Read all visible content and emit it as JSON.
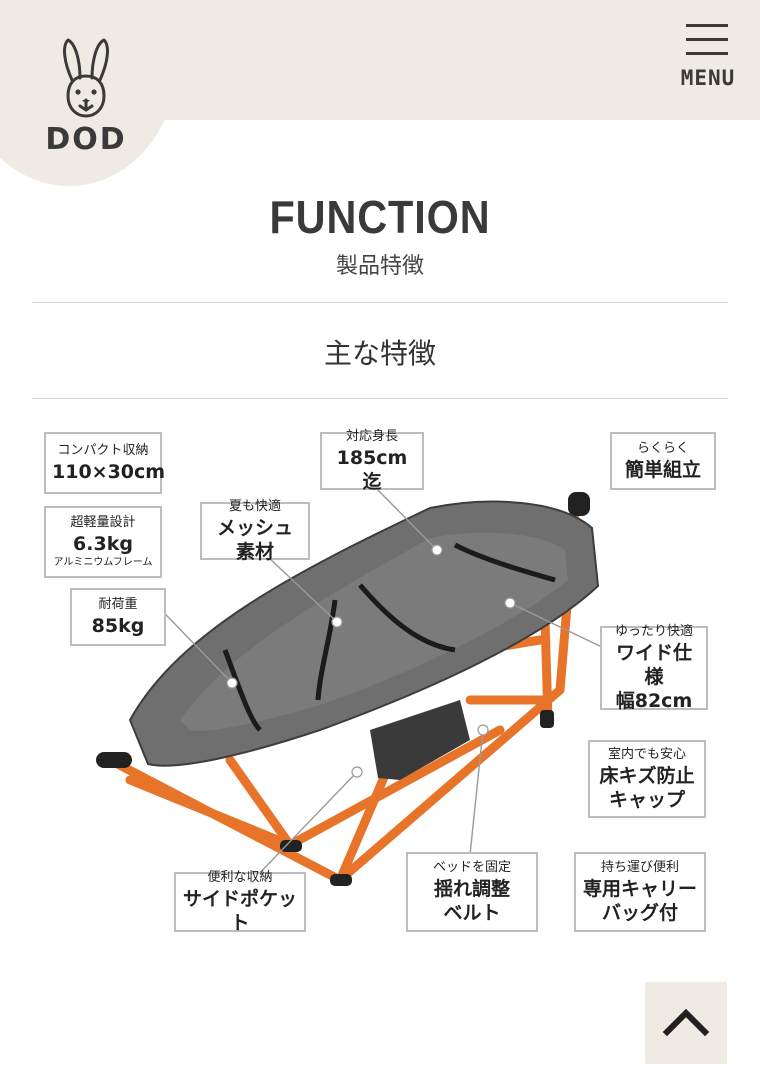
{
  "brand": {
    "logo_text": "DOD"
  },
  "menu": {
    "label": "MENU"
  },
  "section": {
    "title": "FUNCTION",
    "subtitle": "製品特徴"
  },
  "feature_heading": "主な特徴",
  "callouts": {
    "compact": {
      "line1": "コンパクト収納",
      "line2": "110×30cm"
    },
    "lightweight": {
      "line1": "超軽量設計",
      "line2": "6.3kg",
      "line3": "アルミニウムフレーム"
    },
    "load": {
      "line1": "耐荷重",
      "line2": "85kg"
    },
    "mesh": {
      "line1": "夏も快適",
      "line2": "メッシュ素材"
    },
    "height": {
      "line1": "対応身長",
      "line2": "185cm迄"
    },
    "easy": {
      "line1": "らくらく",
      "line2": "簡単組立"
    },
    "wide": {
      "line1": "ゆったり快適",
      "line2": "ワイド仕様",
      "line3": "幅82cm"
    },
    "cap": {
      "line1": "室内でも安心",
      "line2": "床キズ防止",
      "line3": "キャップ"
    },
    "pocket": {
      "line1": "便利な収納",
      "line2": "サイドポケット"
    },
    "belt": {
      "line1": "ベッドを固定",
      "line2": "揺れ調整",
      "line3": "ベルト"
    },
    "bag": {
      "line1": "持ち運び便利",
      "line2": "専用キャリー",
      "line3": "バッグ付"
    }
  },
  "colors": {
    "header_bg": "#efebe4",
    "frame_orange": "#e8742a",
    "fabric_gray": "#6e6e6e",
    "text_dark": "#3a3a3a"
  }
}
